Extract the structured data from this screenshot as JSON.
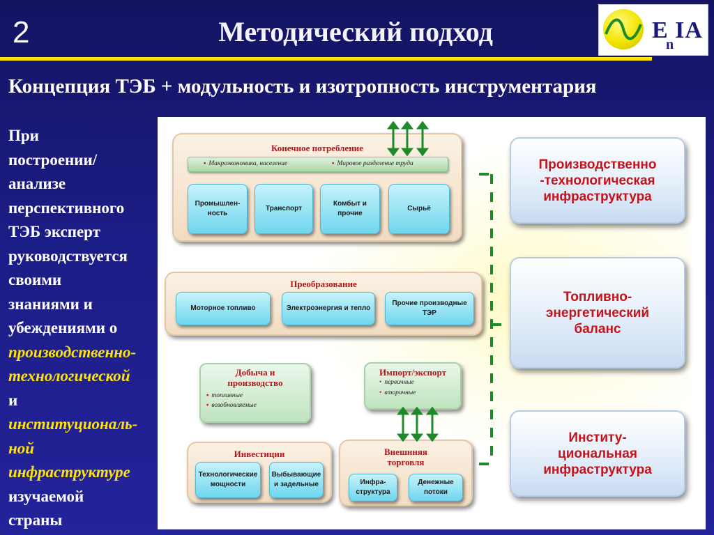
{
  "header": {
    "slide_number": "2",
    "title": "Методический подход",
    "logo": {
      "letters": "E IA",
      "subscript": "n"
    }
  },
  "subtitle": "Концепция ТЭБ + модульность и изотропность инструментария",
  "left_text": {
    "normal_start": [
      "При",
      "построении/",
      "анализе",
      "перспективного",
      "ТЭБ эксперт",
      "руководствуется",
      "своими",
      "знаниями и",
      "убеждениями о"
    ],
    "yellow_1": [
      "производственно-",
      "технологической"
    ],
    "normal_mid": "и",
    "yellow_2": [
      "институциональ-",
      "ной",
      "инфраструктуре"
    ],
    "normal_end": [
      "изучаемой",
      "страны"
    ]
  },
  "colors": {
    "background": "#1c1c86",
    "accent_yellow": "#ffe400",
    "label_red": "#c2141a",
    "arrow_green": "#1f8a2a"
  },
  "diagram": {
    "final_consumption": {
      "title": "Конечное потребление",
      "bar_items": [
        "Макроэкономика, население",
        "Мировое разделение труда"
      ],
      "sectors": [
        "Промышлен-\nность",
        "Транспорт",
        "Комбыт и\nпрочие",
        "Сырьё"
      ]
    },
    "conversion": {
      "title": "Преобразование",
      "items": [
        "Моторное топливо",
        "Электроэнергия и тепло",
        "Прочие производные\nТЭР"
      ]
    },
    "extraction": {
      "title": "Добыча и\nпроизводство",
      "bullets": [
        "топливные",
        "возобновляемые"
      ]
    },
    "import_export": {
      "title": "Импорт/экспорт",
      "bullets": [
        "первичные",
        "вторичные"
      ]
    },
    "investments": {
      "title": "Инвестиции",
      "items": [
        "Технологические\nмощности",
        "Выбывающие\nи задельные"
      ]
    },
    "foreign_trade": {
      "title": "Внешнняя\nторговля",
      "items": [
        "Инфра-\nструктура",
        "Денежные\nпотоки"
      ]
    },
    "right_boxes": [
      "Производственно\n-технологическая\nинфраструктура",
      "Топливно-\nэнергетический\nбаланс",
      "Институ-\nциональная\nинфраструктура"
    ]
  }
}
